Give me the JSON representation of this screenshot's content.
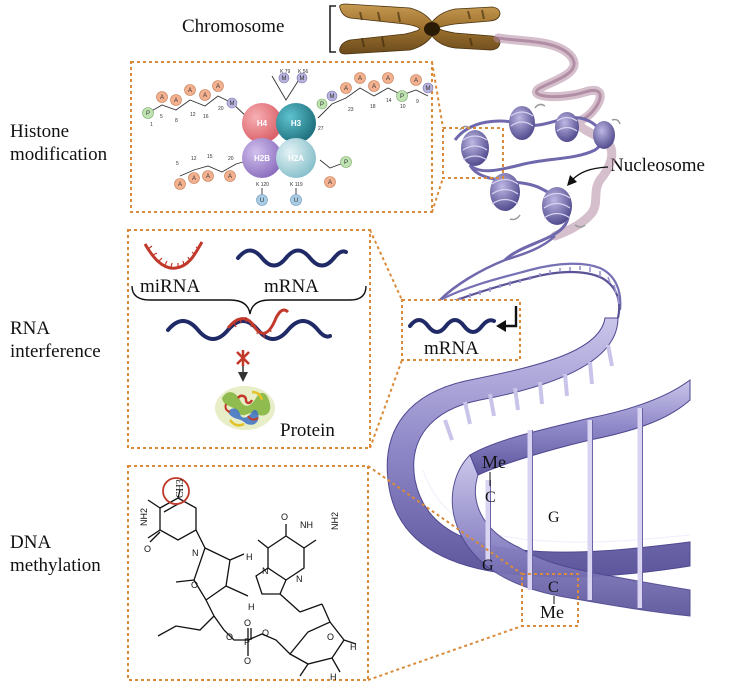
{
  "labels": {
    "chromosome": "Chromosome",
    "histone_line1": "Histone",
    "histone_line2": "modification",
    "nucleosome": "Nucleosome",
    "rna_line1": "RNA",
    "rna_line2": "interference",
    "dna_line1": "DNA",
    "dna_line2": "methylation"
  },
  "histone_panel": {
    "cores": [
      "H4",
      "H3",
      "H2B",
      "H2A"
    ],
    "mark_letters": {
      "acetyl": "A",
      "methyl": "M",
      "phospho": "P",
      "ubiquitin": "U"
    },
    "residue_label": "K",
    "site_numbers": [
      "20",
      "16",
      "12",
      "8",
      "5",
      "1",
      "79",
      "56",
      "27",
      "23",
      "18",
      "14",
      "10",
      "9",
      "5",
      "12",
      "15",
      "120",
      "119"
    ]
  },
  "rna_panel": {
    "mirna": "miRNA",
    "mrna": "mRNA",
    "protein": "Protein",
    "inset_mrna": "mRNA"
  },
  "dna_panel": {
    "ch3": "CH3",
    "nh2": "NH2",
    "nh": "NH",
    "o": "O",
    "n": "N",
    "p": "P",
    "h": "H",
    "me_top": "Me",
    "me_bottom": "Me",
    "bases": [
      "C",
      "G",
      "G",
      "C"
    ]
  },
  "colors": {
    "box_border": "#d98b3a",
    "helix": "#8b84c4",
    "helix_dark": "#5a5396",
    "h4": "#e2747a",
    "h3": "#2b8d9b",
    "h2b": "#a68ad0",
    "h2a": "#a9d4dc",
    "acetyl": "#f3b18f",
    "methyl": "#b7b3dd",
    "phospho": "#bfe3b1",
    "ubiquitin": "#a9cde6",
    "mirna": "#c0392b",
    "mrna": "#1f2a66",
    "ch3_circle": "#c0392b"
  }
}
